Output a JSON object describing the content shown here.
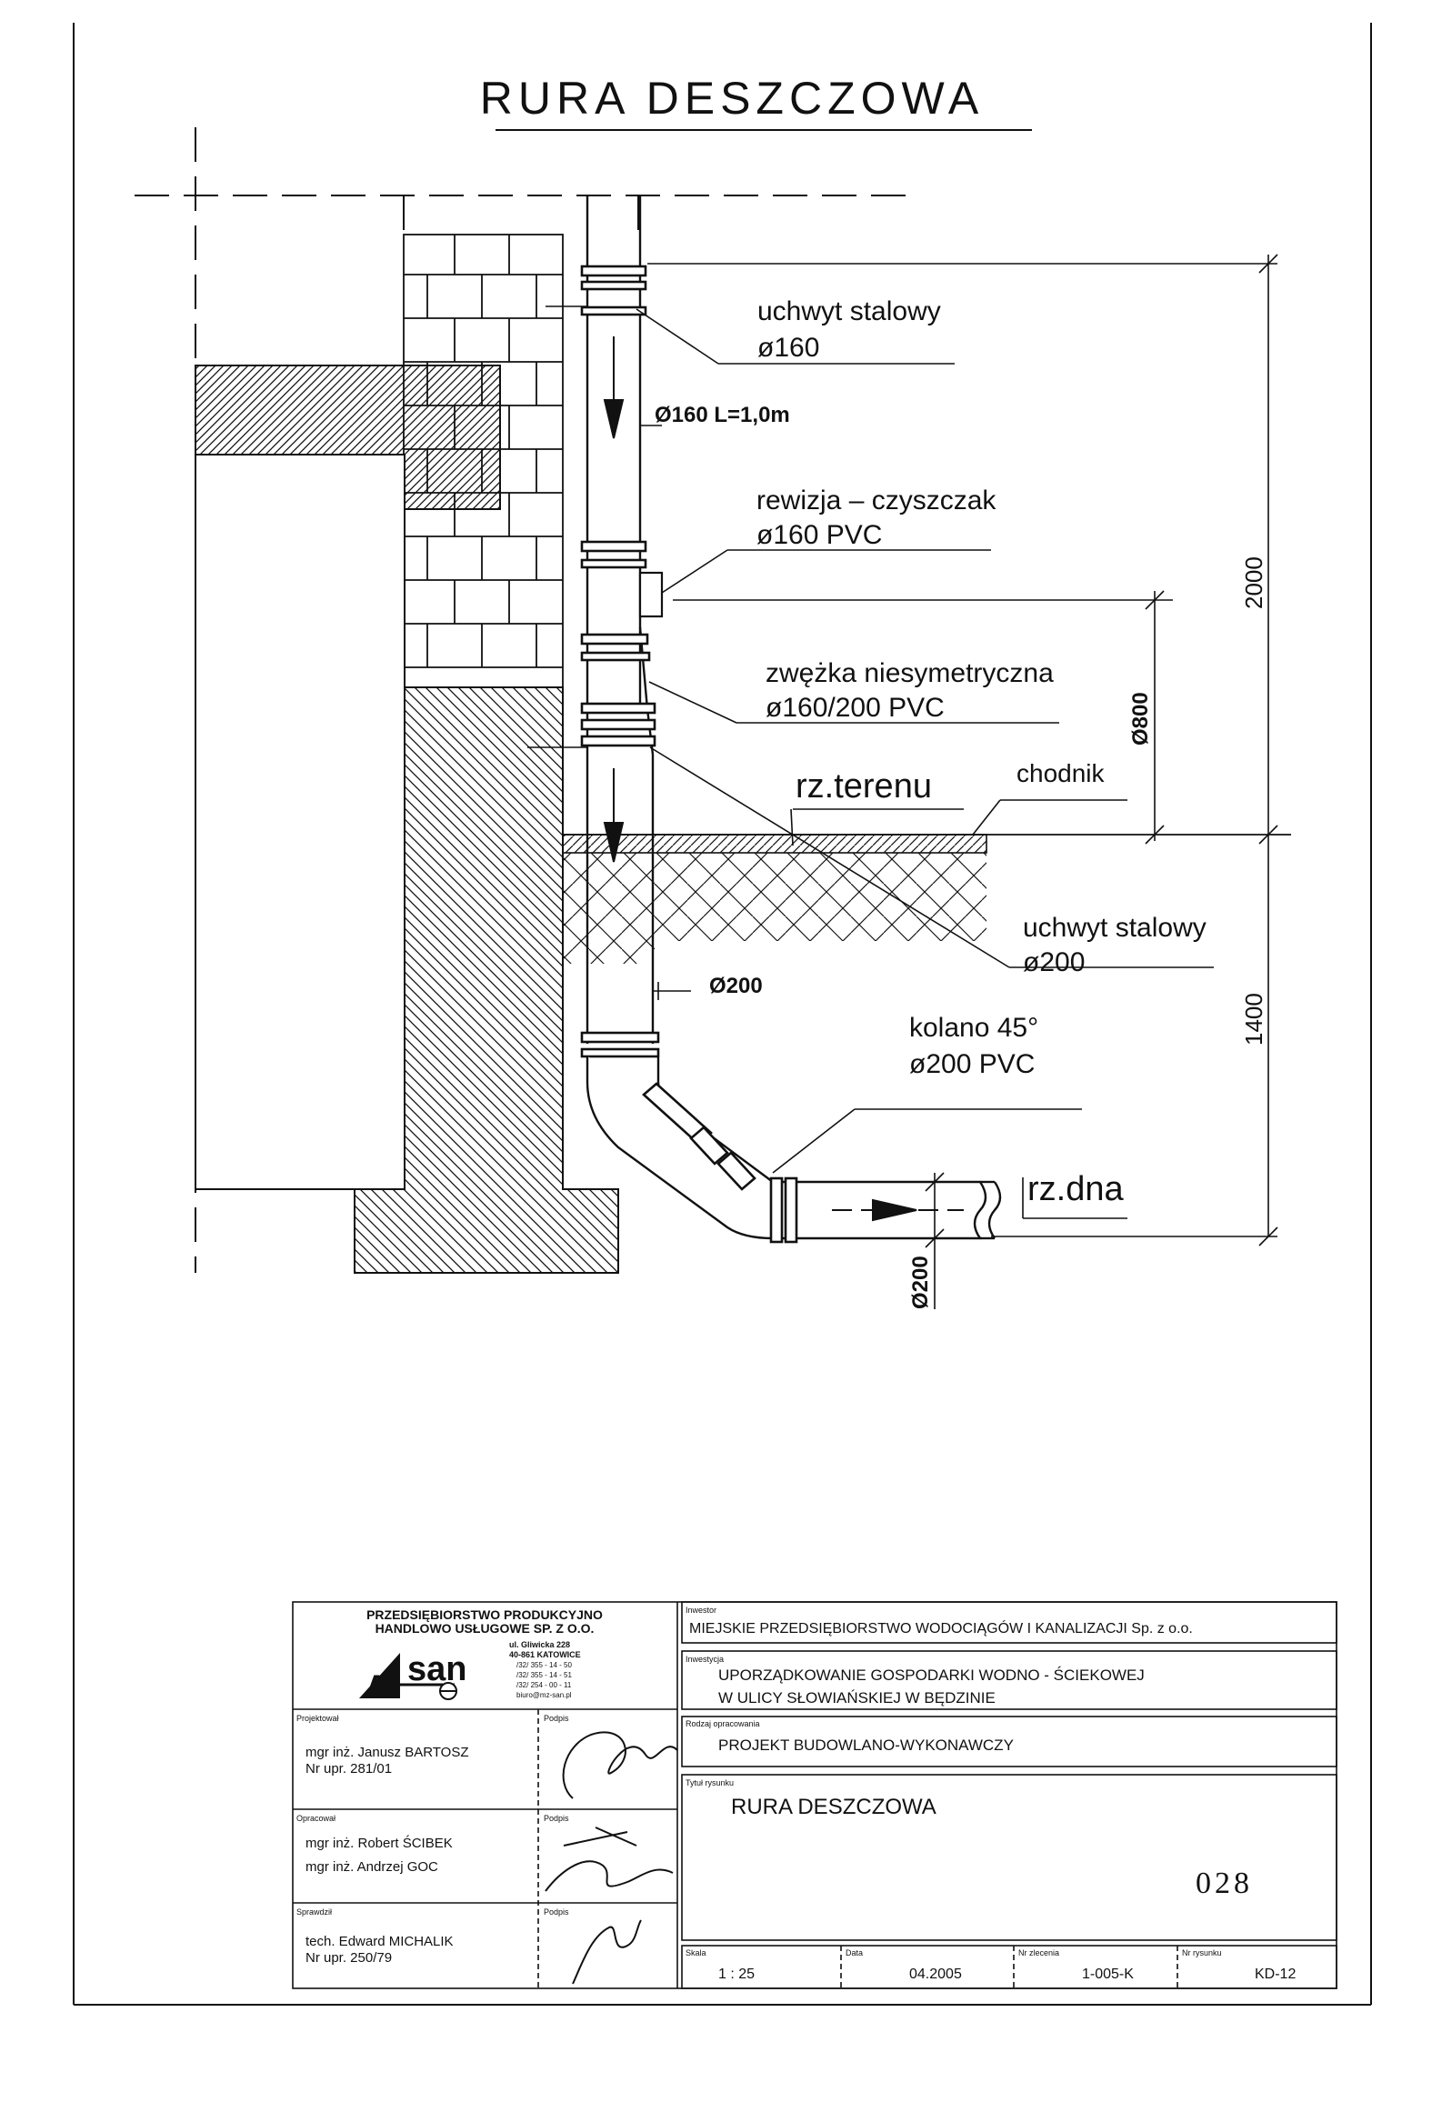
{
  "drawing": {
    "title": "RURA DESZCZOWA",
    "callouts": {
      "bracket_top": [
        "uchwyt stalowy",
        "ø160"
      ],
      "pipe_top": "Ø160 L=1,0m",
      "inspection": [
        "rewizja – czyszczak",
        "ø160 PVC"
      ],
      "reducer": [
        "zwężka niesymetryczna",
        "ø160/200 PVC"
      ],
      "ground_level": "rz.terenu",
      "sidewalk": "chodnik",
      "bracket_bottom": [
        "uchwyt stalowy",
        "ø200"
      ],
      "pipe_bottom": "Ø200",
      "elbow": [
        "kolano 45°",
        "ø200   PVC"
      ],
      "invert_level": "rz.dna"
    },
    "dimensions": {
      "upper": "2000",
      "reducer_height": "Ø800",
      "lower": "1400",
      "outlet_diameter": "Ø200"
    }
  },
  "title_block": {
    "company": {
      "name_line1": "PRZEDSIĘBIORSTWO PRODUKCYJNO",
      "name_line2": "HANDLOWO USŁUGOWE  SP. Z O.O.",
      "logo_text": "san",
      "logo_initial": "A",
      "address": [
        "ul. Gliwicka 228",
        "40-861 KATOWICE"
      ],
      "phones": [
        "/32/ 355 - 14 - 50",
        "/32/ 355 - 14 - 51",
        "/32/ 254 - 00 - 11"
      ],
      "email": "biuro@mz-san.pl"
    },
    "investor": {
      "label": "Inwestor",
      "value": "MIEJSKIE PRZEDSIĘBIORSTWO WODOCIĄGÓW I KANALIZACJI Sp. z o.o."
    },
    "investment": {
      "label": "Inwestycja",
      "line1": "UPORZĄDKOWANIE GOSPODARKI WODNO - ŚCIEKOWEJ",
      "line2": "W ULICY SŁOWIAŃSKIEJ W BĘDZINIE"
    },
    "designer": {
      "label": "Projektował",
      "name": "mgr inż. Janusz BARTOSZ",
      "license": "Nr upr. 281/01",
      "sign_label": "Podpis"
    },
    "work_type": {
      "label": "Rodzaj opracowania",
      "value": "PROJEKT BUDOWLANO-WYKONAWCZY"
    },
    "prepared": {
      "label": "Opracował",
      "names": [
        "mgr inż. Robert ŚCIBEK",
        "mgr inż. Andrzej GOC"
      ],
      "sign_label": "Podpis"
    },
    "drawing_title": {
      "label": "Tytuł rysunku",
      "value": "RURA DESZCZOWA"
    },
    "sheet_number": "028",
    "checked": {
      "label": "Sprawdził",
      "name": "tech. Edward MICHALIK",
      "license": "Nr upr. 250/79",
      "sign_label": "Podpis"
    },
    "scale": {
      "label": "Skala",
      "value": "1 : 25"
    },
    "date": {
      "label": "Data",
      "value": "04.2005"
    },
    "order_no": {
      "label": "Nr zlecenia",
      "value": "1-005-K"
    },
    "drawing_no": {
      "label": "Nr rysunku",
      "value": "KD-12"
    }
  }
}
